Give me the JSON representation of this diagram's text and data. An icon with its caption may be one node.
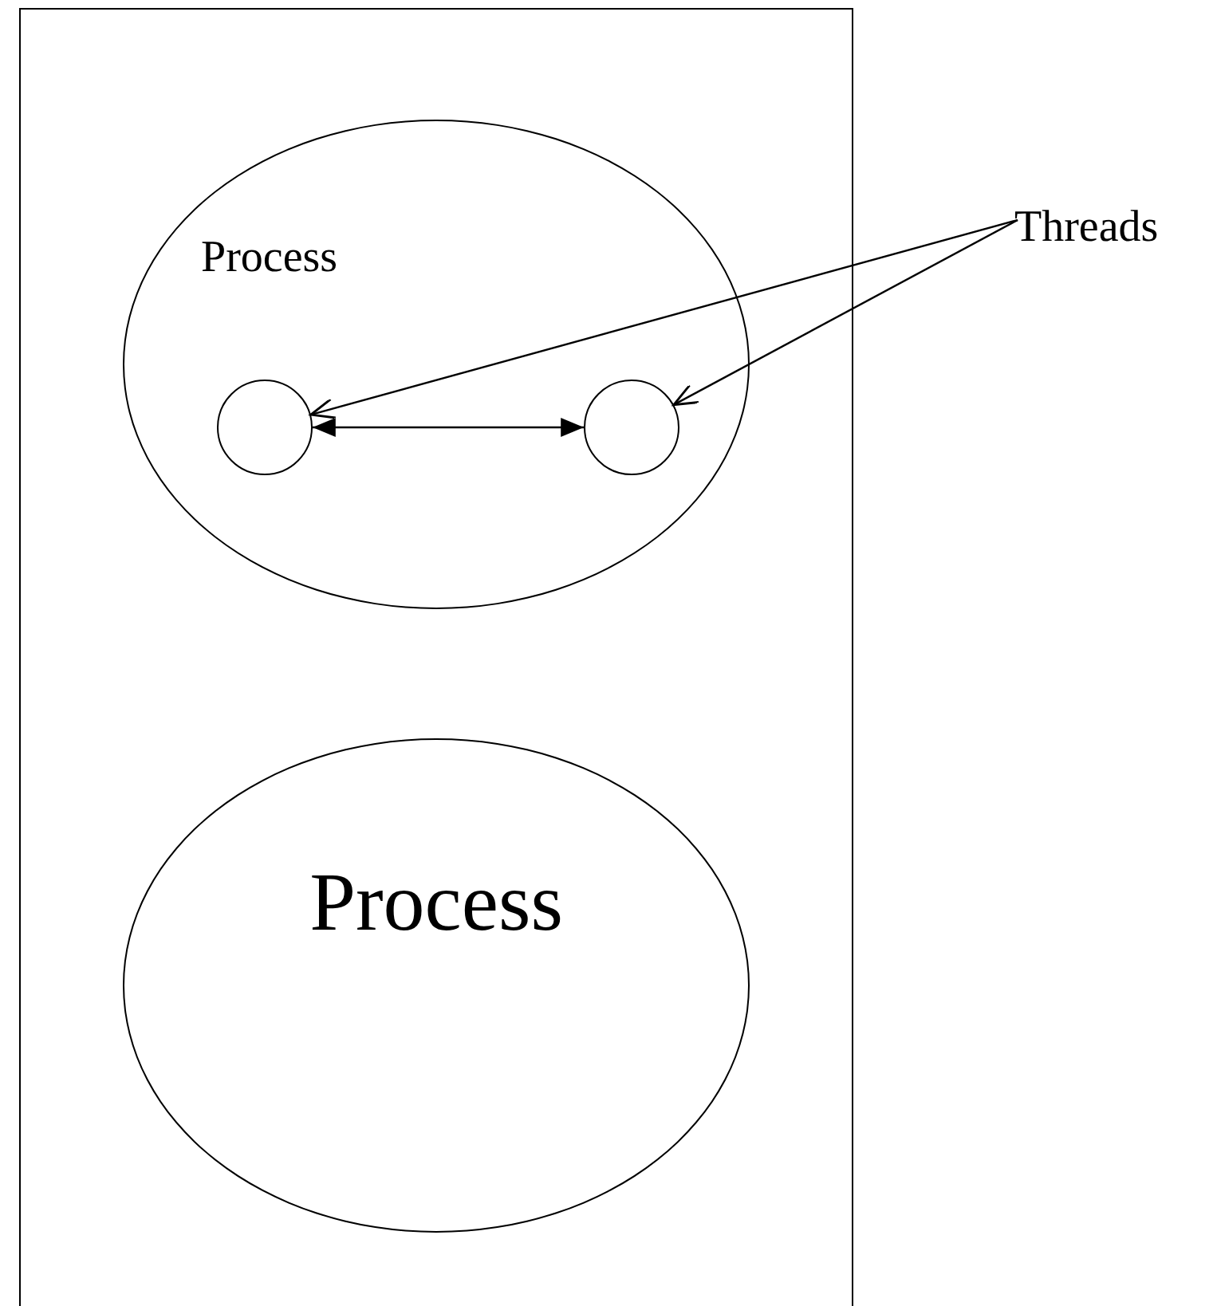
{
  "diagram": {
    "nodes": [
      {
        "text": [],
        "shape": "box"
      },
      {
        "text": [
          "Process"
        ],
        "in": 0
      },
      {
        "text": [],
        "shape": "circle",
        "in": 1
      },
      {
        "text": [],
        "shape": "circle",
        "in": 1
      },
      {
        "text": [
          "Process"
        ],
        "in": 0
      },
      {
        "text": [
          "Threads"
        ]
      }
    ],
    "edges": [
      {
        "from": 2,
        "to": 3,
        "arrow": "both"
      },
      {
        "from": 5,
        "to": 2,
        "arrow": "to"
      },
      {
        "from": 5,
        "to": 3,
        "arrow": "to"
      }
    ]
  }
}
